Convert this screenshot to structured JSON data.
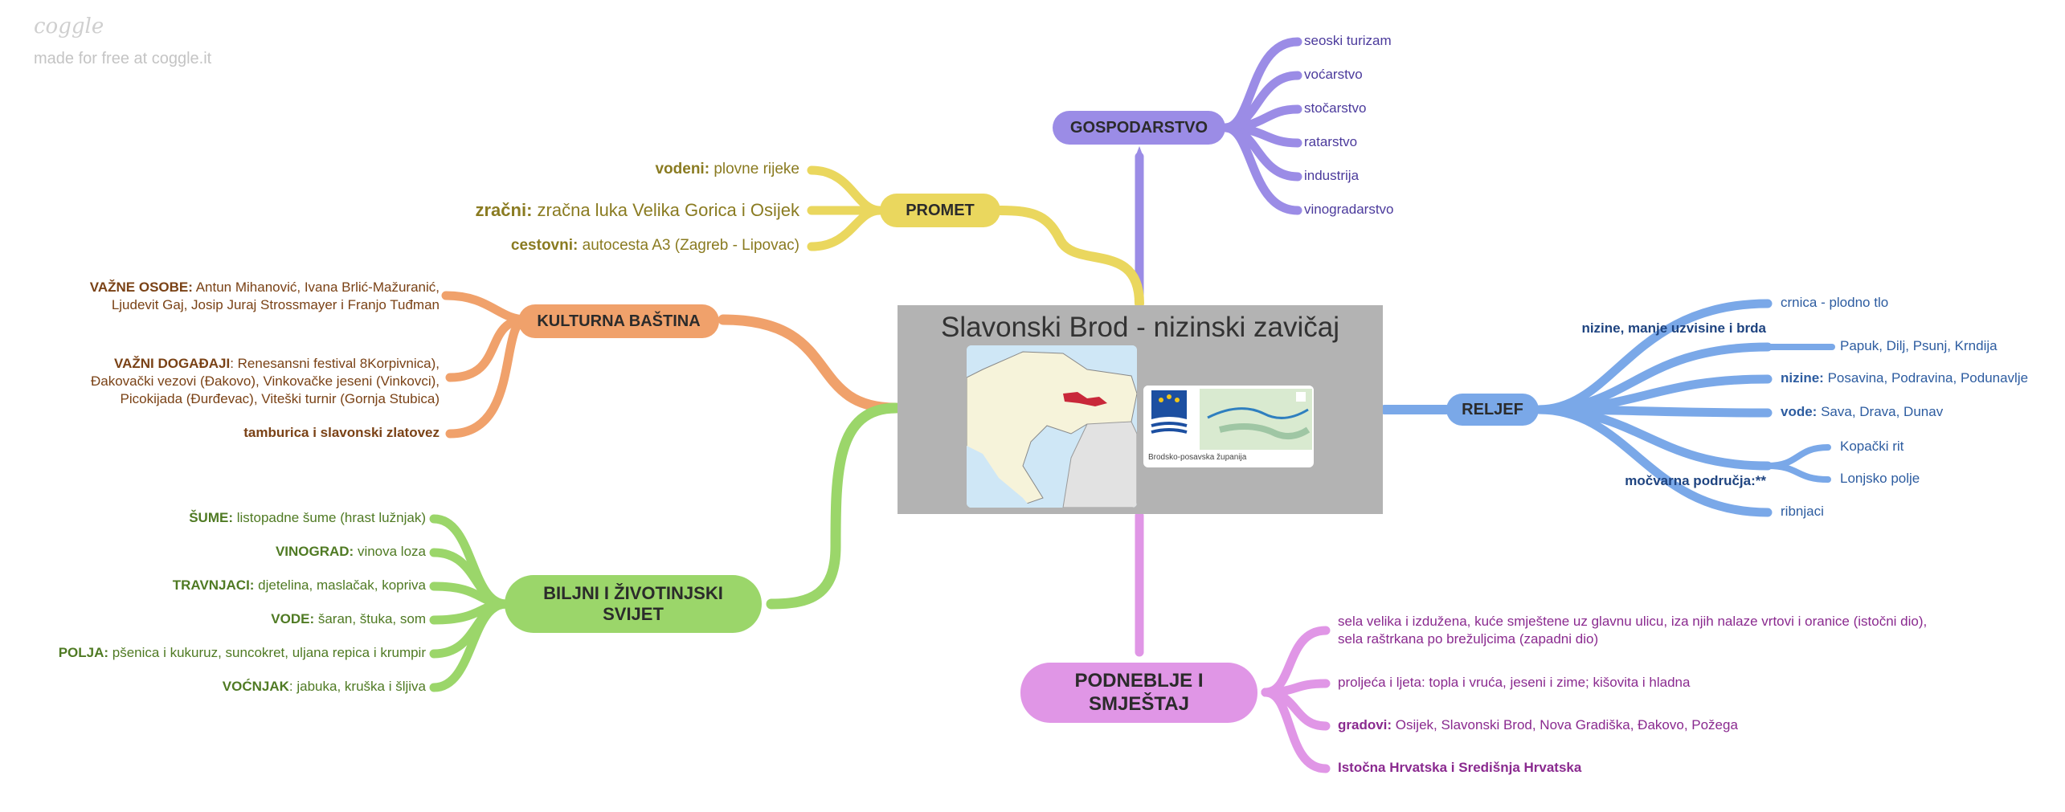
{
  "branding": {
    "logo": "coggle",
    "tagline": "made for free at coggle.it"
  },
  "center": {
    "title": "Slavonski Brod - nizinski zavičaj",
    "card_caption": "Brodsko-posavska županija",
    "map_hint_icon": "expand-icon"
  },
  "colors": {
    "gospodarstvo": "#9b8ce6",
    "promet": "#ead75e",
    "kultura": "#f0a16b",
    "biljni": "#9bd66a",
    "podneblje": "#e096e6",
    "reljef": "#7aa8e8",
    "center_bg": "#b3b3b3"
  },
  "gospodarstvo": {
    "label": "GOSPODARSTVO",
    "items": [
      "seoski turizam",
      "voćarstvo",
      "stočarstvo",
      "ratarstvo",
      "industrija",
      "vinogradarstvo"
    ]
  },
  "promet": {
    "label": "PROMET",
    "items": [
      {
        "bold": "vodeni:",
        "text": " plovne rijeke"
      },
      {
        "bold": "zračni:",
        "text": " zračna luka Velika Gorica i Osijek"
      },
      {
        "bold": "cestovni:",
        "text": " autocesta A3 (Zagreb - Lipovac)"
      }
    ]
  },
  "kultura": {
    "label": "KULTURNA BAŠTINA",
    "osobe": {
      "bold": "VAŽNE OSOBE:",
      "line1": " Antun Mihanović, Ivana Brlić-Mažuranić,",
      "line2": "Ljudevit Gaj, Josip Juraj Strossmayer i Franjo Tuđman"
    },
    "dogadaji": {
      "bold": "VAŽNI DOGAĐAJI",
      "line1": ": Renesansni festival 8Korpivnica),",
      "line2": "Đakovački vezovi (Đakovo), Vinkovačke jeseni (Vinkovci),",
      "line3": "Picokijada (Đurđevac), Viteški turnir (Gornja Stubica)"
    },
    "tamburica": "tamburica i slavonski zlatovez"
  },
  "biljni": {
    "label_line1": "BILJNI I ŽIVOTINJSKI",
    "label_line2": "SVIJET",
    "items": [
      {
        "bold": "ŠUME:",
        "text": " listopadne šume (hrast lužnjak)"
      },
      {
        "bold": "VINOGRAD:",
        "text": " vinova loza"
      },
      {
        "bold": "TRAVNJACI:",
        "text": " djetelina, maslačak, kopriva"
      },
      {
        "bold": "VODE:",
        "text": " šaran, štuka, som"
      },
      {
        "bold": "POLJA:",
        "text": " pšenica i kukuruz, suncokret, uljana repica i krumpir"
      },
      {
        "bold": "VOĆNJAK",
        "text": ": jabuka, kruška i šljiva"
      }
    ]
  },
  "podneblje": {
    "label_line1": "PODNEBLJE I",
    "label_line2": "SMJEŠTAJ",
    "sela_line1": "sela velika i izdužena, kuće smještene uz glavnu ulicu, iza njih nalaze vrtovi i oranice (istočni dio),",
    "sela_line2": "sela raštrkana po brežuljcima (zapadni dio)",
    "proljeca": "proljeća i ljeta: topla i vruća, jeseni i zime; kišovita i hladna",
    "gradovi": {
      "bold": "gradovi:",
      "text": " Osijek, Slavonski Brod, Nova Gradiška, Đakovo, Požega"
    },
    "istocna": "Istočna Hrvatska i Središnja Hrvatska"
  },
  "reljef": {
    "label": "RELJEF",
    "crnica": "crnica - plodno tlo",
    "nizine_label": "nizine, manje uzvisine i brda",
    "papuk": "Papuk, Dilj, Psunj, Krndija",
    "nizine": {
      "bold": "nizine:",
      "text": " Posavina, Podravina, Podunavlje"
    },
    "vode": {
      "bold": "vode:",
      "text": " Sava, Drava, Dunav"
    },
    "mocvarna_label": "močvarna područja:**",
    "kopacki": "Kopački rit",
    "lonjsko": "Lonjsko polje",
    "ribnjaci": "ribnjaci"
  }
}
